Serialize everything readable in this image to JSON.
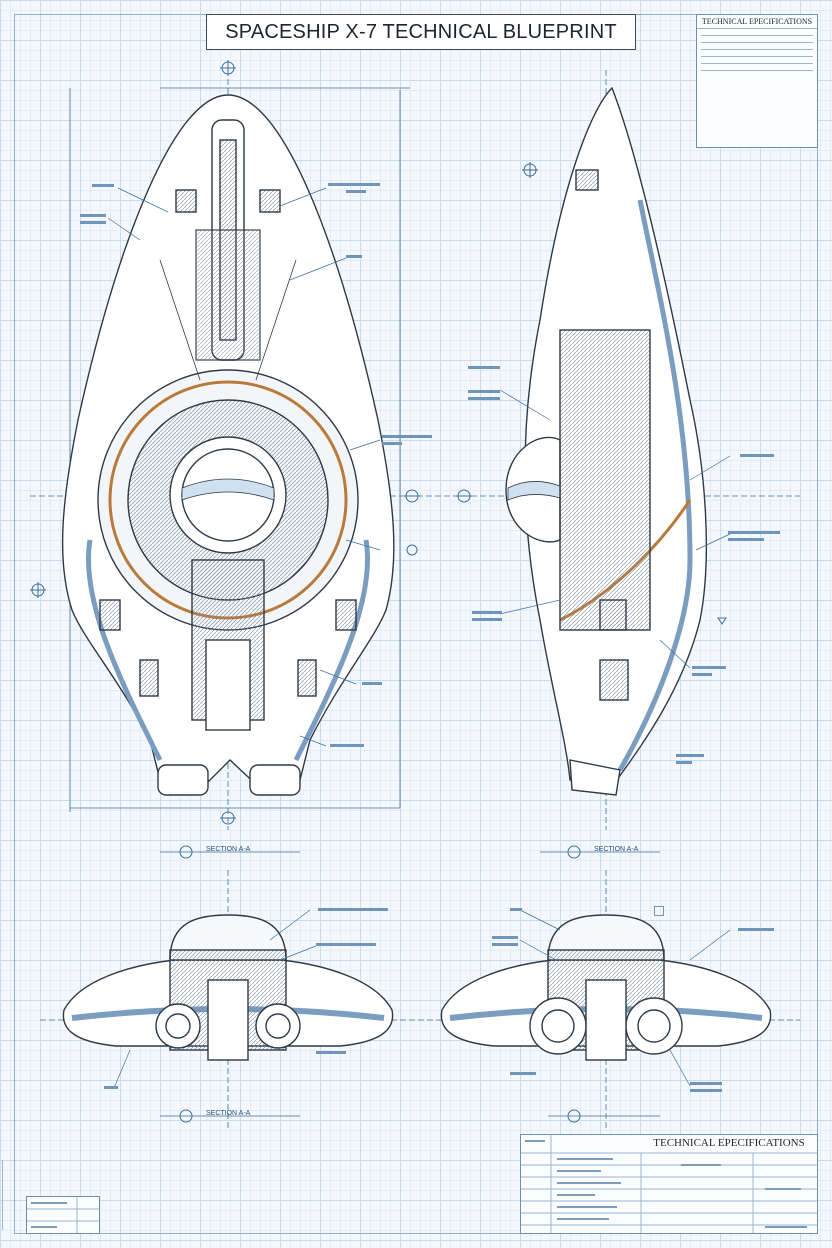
{
  "title": "SPACESHIP X-7 TECHNICAL BLUEPRINT",
  "spec_top": {
    "heading": "TECHNICAL EPECIFICATIONS"
  },
  "spec_bottom": {
    "heading": "TECHNICAL EPECIFICATIONS"
  },
  "sections": {
    "top_left": "SECTION A-A",
    "top_right": "SECTION A-A",
    "bottom_left": "SECTION A-A"
  },
  "colors": {
    "line": "#2f3a46",
    "accent_blue": "#3d6f9e",
    "hull_fill": "#ffffff",
    "panel_blue": "#d7e6f5",
    "copper": "#b97a3c"
  }
}
